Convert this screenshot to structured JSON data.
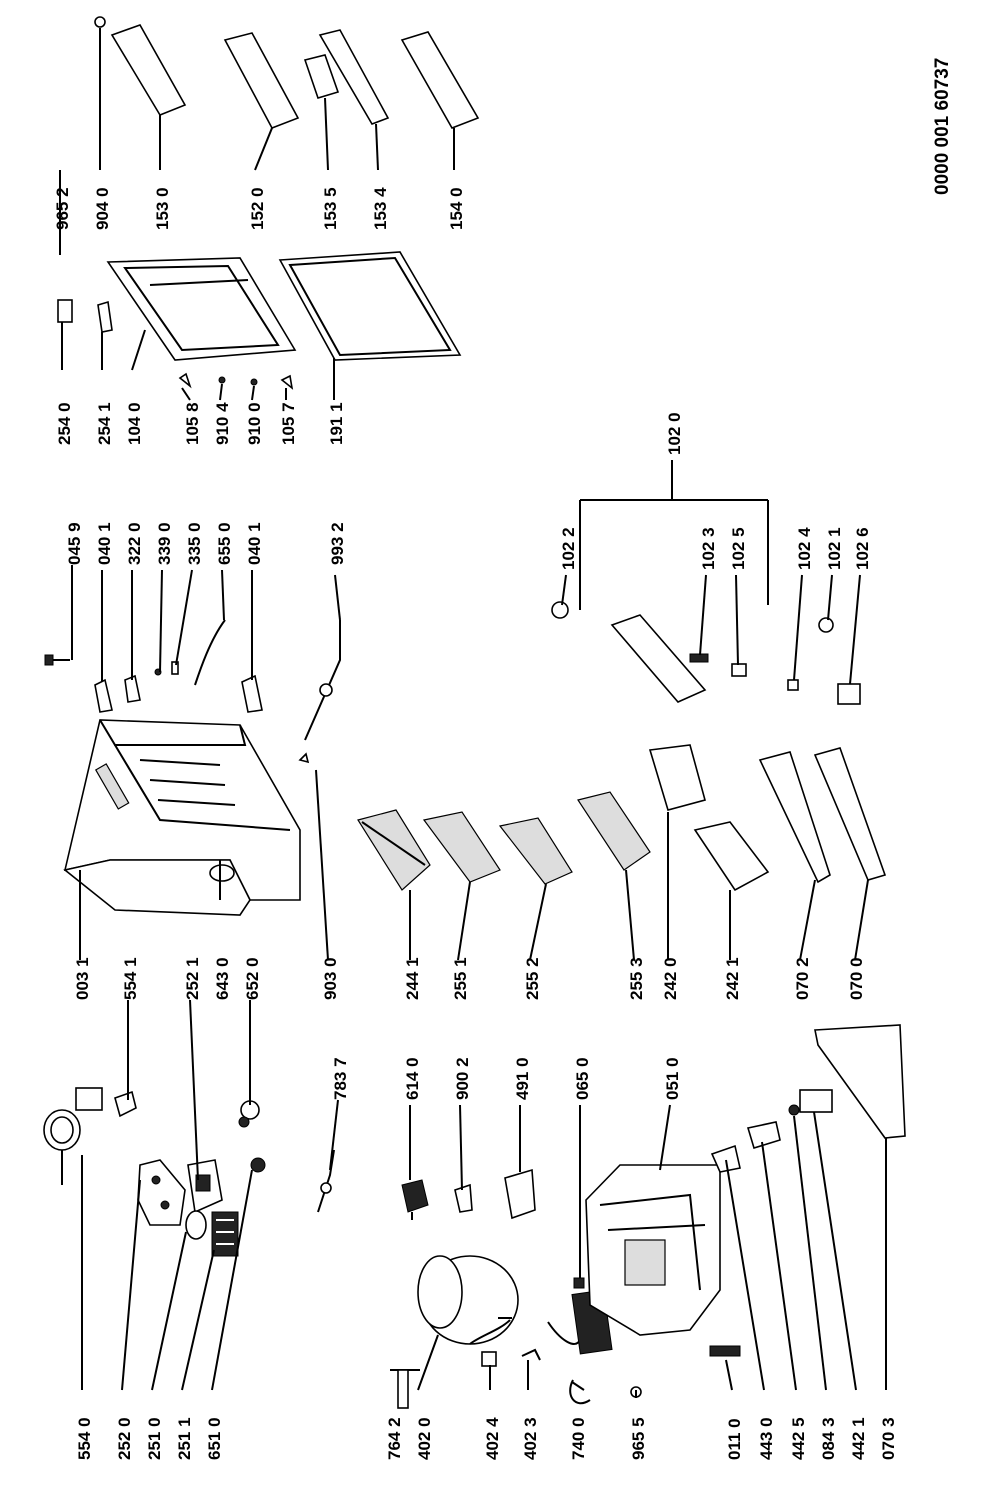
{
  "document_number": "0000 001 60737",
  "part_numbers": [
    "554 0",
    "252 0",
    "251 0",
    "251 1",
    "651 0",
    "554 1",
    "252 1",
    "643 0",
    "652 0",
    "003 1",
    "903 0",
    "783 7",
    "764 2",
    "402 0",
    "402 4",
    "402 3",
    "740 0",
    "965 5",
    "614 0",
    "900 2",
    "491 0",
    "065 0",
    "051 0",
    "011 0",
    "443 0",
    "442 5",
    "084 3",
    "442 1",
    "070 3",
    "244 1",
    "255 1",
    "255 2",
    "255 3",
    "242 0",
    "242 1",
    "070 2",
    "070 0",
    "045 9",
    "040 1",
    "322 0",
    "339 0",
    "335 0",
    "655 0",
    "040 1",
    "993 2",
    "102 2",
    "102 3",
    "102 5",
    "102 4",
    "102 1",
    "102 6",
    "102 0",
    "254 0",
    "254 1",
    "104 0",
    "105 8",
    "910 4",
    "910 0",
    "105 7",
    "191 1",
    "965 2",
    "904 0",
    "153 0",
    "152 0",
    "153 5",
    "153 4",
    "154 0"
  ]
}
